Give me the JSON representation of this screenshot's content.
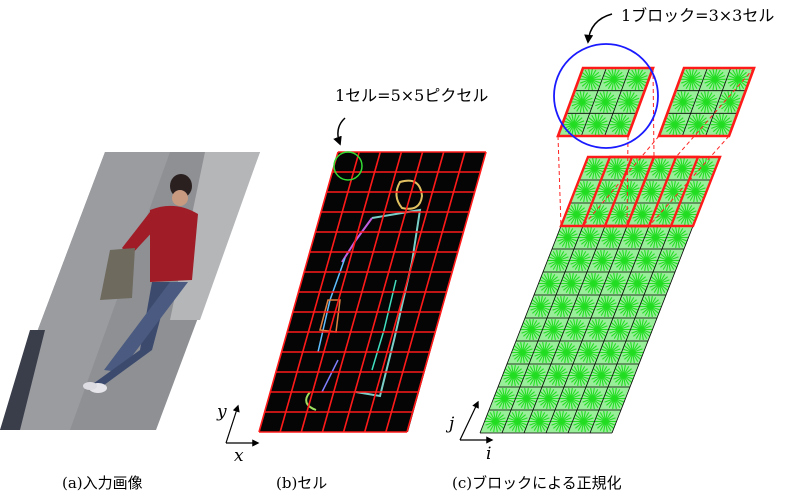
{
  "captions": {
    "a": "(a)入力画像",
    "b": "(b)セル",
    "c": "(c)ブロックによる正規化"
  },
  "annotations": {
    "cell_size": "1セル=5×5ピクセル",
    "block_size": "1ブロック=3×3セル"
  },
  "axes": {
    "b_x": "x",
    "b_y": "y",
    "c_i": "i",
    "c_j": "j"
  },
  "grid": {
    "cells_cols": 7,
    "cells_rows": 14,
    "hog_cols": 6,
    "hog_rows": 12,
    "block_cells": 3
  },
  "colors": {
    "cell_line": "#ff1a1a",
    "hog_green": "#22dd22",
    "hog_bg": "#99ee99",
    "circle_blue": "#1a1aff",
    "circle_green": "#33dd33",
    "dashed": "#ff2222"
  },
  "icons": [
    "person-photo",
    "gradient-image",
    "curved-arrow-icon"
  ]
}
